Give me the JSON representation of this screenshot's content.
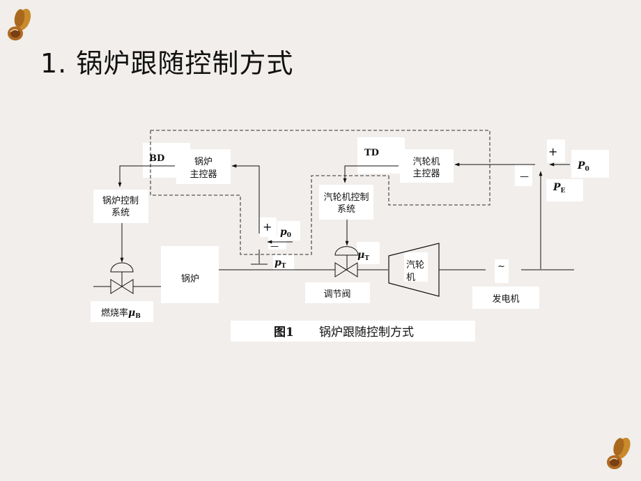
{
  "slide": {
    "title": "1. 锅炉跟随控制方式",
    "background_color": "#f1eeeb"
  },
  "decorations": {
    "top_left": "butterfly-icon",
    "bottom_right": "butterfly-icon"
  },
  "diagram": {
    "boiler_demand_label": "BD",
    "boiler_master_controller": [
      "锅炉",
      "主控器"
    ],
    "boiler_control_system": [
      "锅炉控制",
      "系统"
    ],
    "boiler": "锅炉",
    "fuel_rate_label": "燃烧率",
    "fuel_rate_symbol": "μ",
    "fuel_rate_subscript": "B",
    "turbine_demand_label": "TD",
    "turbine_master_controller": [
      "汽轮机",
      "主控器"
    ],
    "turbine_control_system": [
      "汽轮机控制",
      "系统"
    ],
    "control_valve_label": "调节阀",
    "valve_opening_symbol": "μ",
    "valve_opening_subscript": "T",
    "turbine": [
      "汽轮",
      "机"
    ],
    "generator_symbol": "~",
    "generator_label": "发电机",
    "pressure_setpoint_symbol": "p",
    "pressure_setpoint_subscript": "0",
    "throttle_pressure_symbol": "p",
    "throttle_pressure_subscript": "T",
    "power_setpoint_symbol": "P",
    "power_setpoint_subscript": "0",
    "electric_power_symbol": "P",
    "electric_power_subscript": "E",
    "plus_sign": "+",
    "minus_sign": "—"
  },
  "caption": {
    "figure_number": "图1",
    "text": "锅炉跟随控制方式"
  }
}
